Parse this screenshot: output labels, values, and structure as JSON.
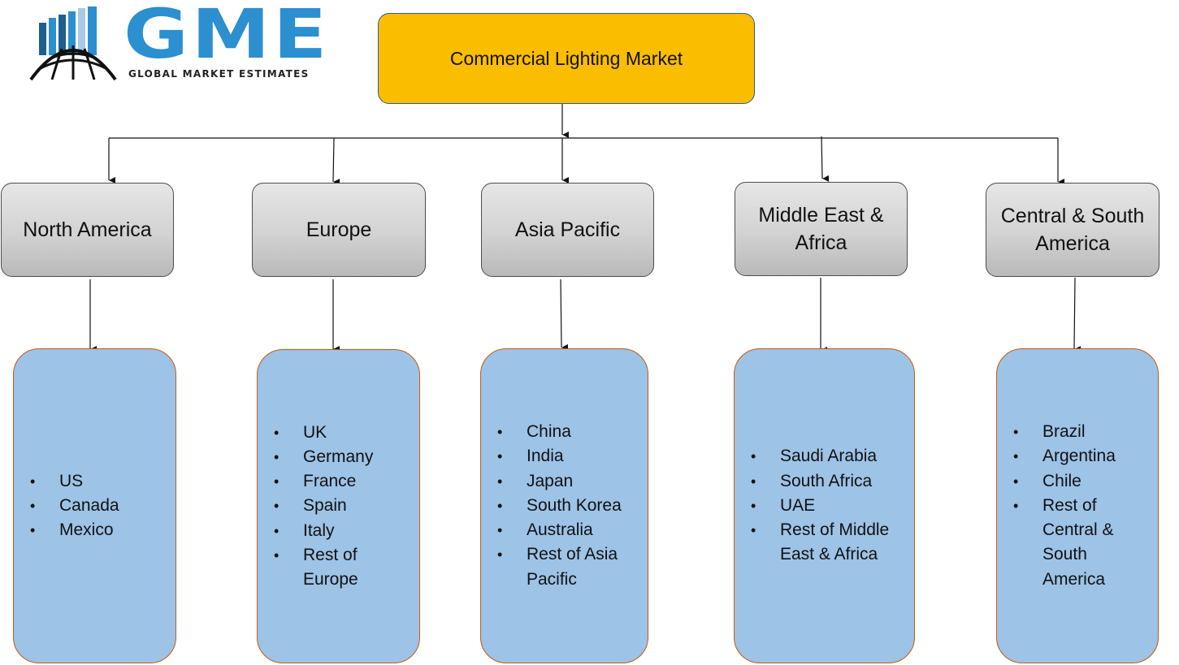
{
  "logo": {
    "letters": "GME",
    "tagline": "GLOBAL MARKET ESTIMATES",
    "emblem_icon": "globe-with-bars-icon"
  },
  "root": {
    "label": "Commercial Lighting Market"
  },
  "regions": [
    {
      "label": "North America",
      "countries": [
        "US",
        "Canada",
        "Mexico"
      ]
    },
    {
      "label": "Europe",
      "countries": [
        "UK",
        "Germany",
        "France",
        "Spain",
        "Italy",
        "Rest of Europe"
      ]
    },
    {
      "label": "Asia Pacific",
      "countries": [
        "China",
        "India",
        "Japan",
        "South Korea",
        "Australia",
        "Rest of Asia Pacific"
      ]
    },
    {
      "label": "Middle East & Africa",
      "countries": [
        "Saudi Arabia",
        "South Africa",
        "UAE",
        "Rest of Middle East & Africa"
      ]
    },
    {
      "label": "Central & South America",
      "countries": [
        "Brazil",
        "Argentina",
        "Chile",
        "Rest of Central & South America"
      ]
    }
  ],
  "colors": {
    "root_fill": "#fbbd00",
    "region_fill": "#d2d2d2",
    "country_fill": "#9dc3e6",
    "country_border": "#c55a11",
    "logo_blue": "#2b8fd0"
  }
}
